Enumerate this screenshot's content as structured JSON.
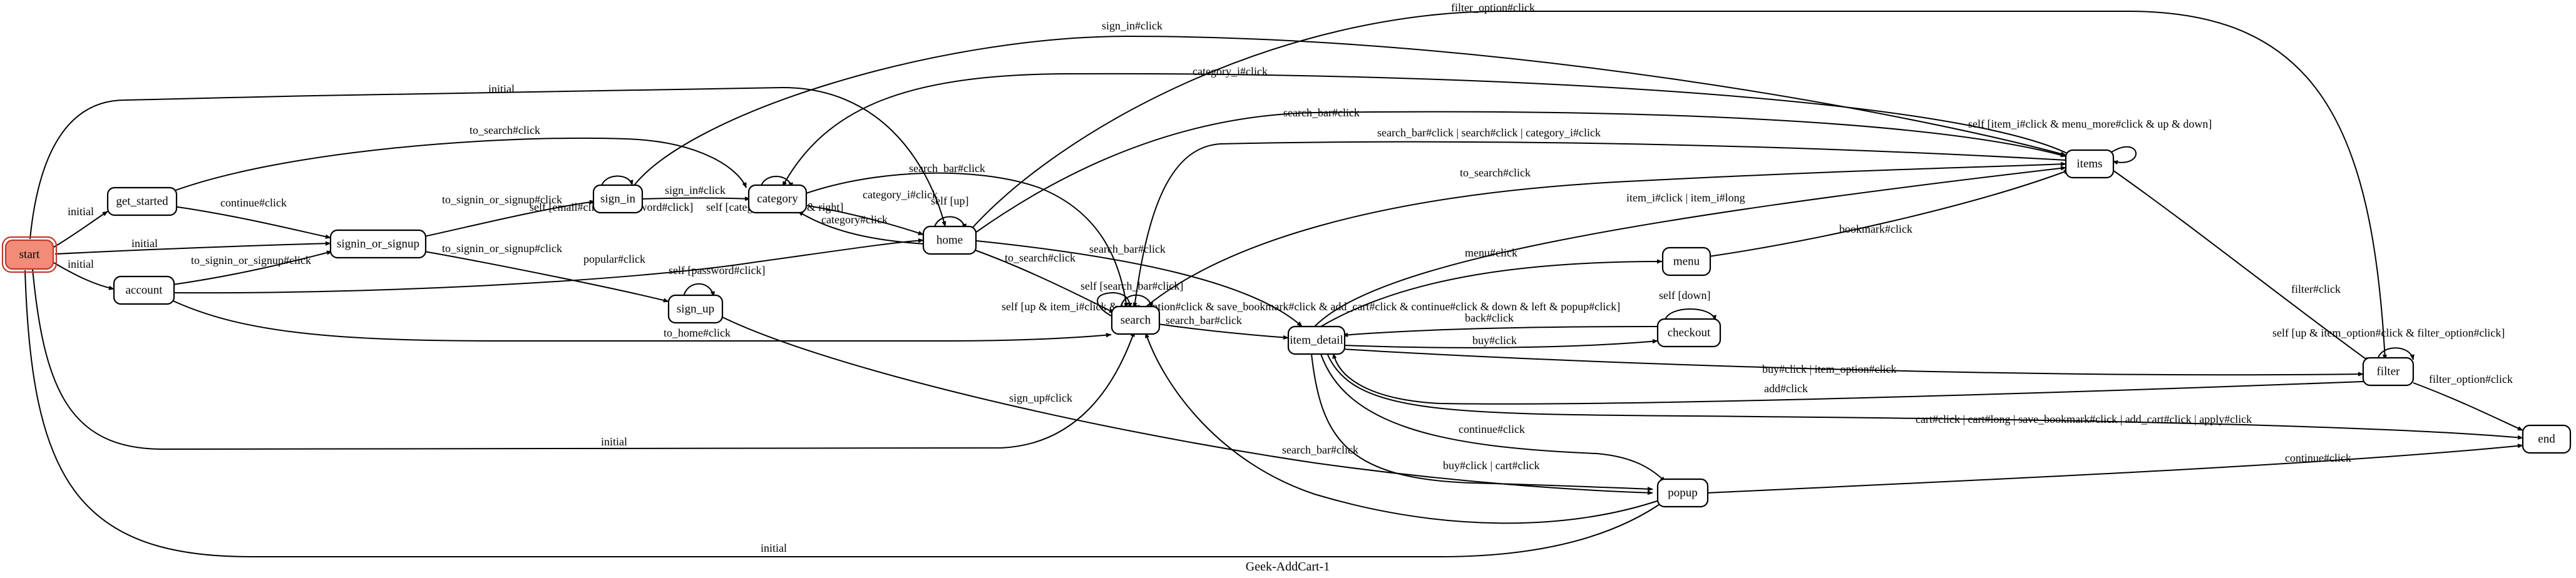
{
  "diagram": {
    "caption": "Geek-AddCart-1",
    "nodes": {
      "start": "start",
      "get_started": "get_started",
      "account": "account",
      "signin_or_signup": "signin_or_signup",
      "sign_in": "sign_in",
      "sign_up": "sign_up",
      "category": "category",
      "home": "home",
      "search": "search",
      "item_detail": "item_detail",
      "menu": "menu",
      "checkout": "checkout",
      "items": "items",
      "filter": "filter",
      "popup": "popup",
      "end": "end"
    },
    "edge_labels": {
      "start_get_started": "initial",
      "start_account": "initial",
      "start_signin": "initial",
      "start_home": "initial",
      "start_search": "initial",
      "start_popup": "initial",
      "get_started_signin": "continue#click",
      "get_started_category": "to_search#click",
      "account_signin": "to_signin_or_signup#click",
      "account_home": "popular#click",
      "account_search": "to_home#click",
      "signin_sign_in": "to_signin_or_signup#click",
      "signin_sign_up": "to_signin_or_signup#click",
      "sign_in_self": "self [email#click & password#click]",
      "sign_in_category": "sign_in#click",
      "sign_in_items": "sign_in#click",
      "sign_up_self": "self [password#click]",
      "sign_up_popup": "sign_up#click",
      "category_self": "self [category_i#click & right]",
      "category_home": "category_i#click",
      "home_category": "category#click",
      "category_search": "search_bar#click",
      "home_self": "self [up]",
      "home_search": "to_search#click",
      "home_item_detail": "search_bar#click",
      "home_filter": "filter_option#click",
      "items_category": "category_i#click",
      "home_items": "search_bar#click",
      "items_search": "search_bar#click | search#click | category_i#click",
      "items_self": "self [item_i#click & menu_more#click & up & down]",
      "search_item_detail_a": "to_search#click",
      "item_detail_items": "item_i#click | item_i#long",
      "search_self": "self [search_bar#click]",
      "search_self2": "self [up & item_i#click & item_option#click & save_bookmark#click & add_cart#click & continue#click & down & left & popup#click]",
      "search_item_detail": "search_bar#click",
      "item_detail_menu": "menu#click",
      "menu_items": "bookmark#click",
      "checkout_item_detail": "back#click",
      "item_detail_checkout": "buy#click",
      "checkout_self": "self [down]",
      "items_filter": "filter#click",
      "filter_self": "self [up & item_option#click & filter_option#click]",
      "item_detail_filter": "buy#click | item_option#click",
      "filter_item_detail": "add#click",
      "filter_end": "filter_option#click",
      "item_detail_end": "cart#click | cart#long | save_bookmark#click | add_cart#click | apply#click",
      "item_detail_popup_a": "continue#click",
      "item_detail_popup_b": "buy#click | cart#click",
      "popup_search": "search_bar#click",
      "popup_end": "continue#click"
    },
    "colors": {
      "start_fill": "#f08c78",
      "start_stroke": "#c0392b",
      "edge": "#000000"
    }
  }
}
